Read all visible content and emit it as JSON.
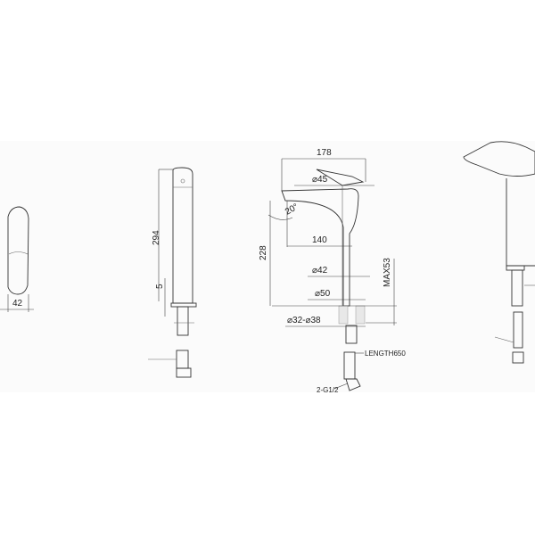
{
  "dimensions": {
    "handle_width": "42",
    "total_height": "294",
    "base_thickness": "5",
    "spout_reach": "178",
    "handle_diameter": "⌀45",
    "spout_angle": "20°",
    "spout_height": "228",
    "spout_projection": "140",
    "body_diameter": "⌀42",
    "base_diameter": "⌀50",
    "max_deck_thickness": "MAX53",
    "hole_diameter": "⌀32-⌀38",
    "hose_length": "LENGTH650",
    "connection_thread": "2-G1/2"
  }
}
